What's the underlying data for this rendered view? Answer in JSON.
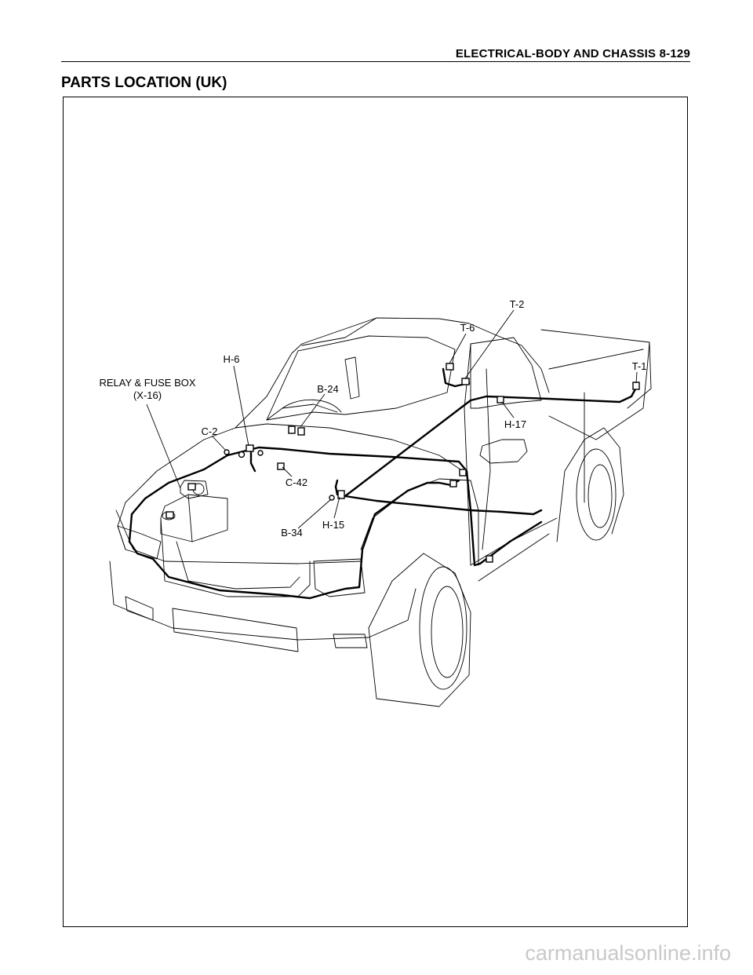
{
  "header": {
    "title": "ELECTRICAL-BODY AND CHASSIS  8-129"
  },
  "section": {
    "title": "PARTS LOCATION (UK)"
  },
  "diagram": {
    "labels": {
      "relay_line1": "RELAY & FUSE BOX",
      "relay_line2": "(X-16)",
      "h6": "H-6",
      "c2": "C-2",
      "b24": "B-24",
      "c42": "C-42",
      "b34": "B-34",
      "h15": "H-15",
      "t6": "T-6",
      "t2": "T-2",
      "t1": "T-1",
      "h17": "H-17"
    }
  },
  "watermark": {
    "text": "carmanualsonline.info"
  }
}
